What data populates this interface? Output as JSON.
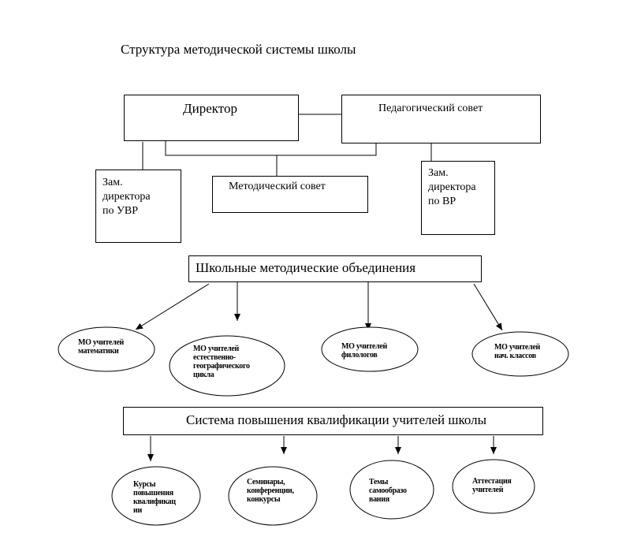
{
  "title": "Структура методической системы школы",
  "nodes": {
    "director": "Директор",
    "ped_council": "Педагогический совет",
    "deputy_uvr": [
      "Зам.",
      "директора",
      "по УВР"
    ],
    "method_council": "Методический совет",
    "deputy_vr": [
      "Зам.",
      "директора",
      "по ВР"
    ],
    "school_mo": "Школьные методические объединения",
    "qualification_system": "Система повышения квалификации учителей школы"
  },
  "mo_groups": [
    [
      "МО учителей",
      "математики"
    ],
    [
      "МО учителей",
      "естественно-",
      "географического",
      "цикла"
    ],
    [
      "МО учителей",
      "филологов"
    ],
    [
      "МО учителей",
      "нач. классов"
    ]
  ],
  "qualification_forms": [
    [
      "Курсы",
      "повышения",
      "квалификац",
      "ии"
    ],
    [
      "Семинары,",
      "конференции,",
      "конкурсы"
    ],
    [
      "Темы",
      "самообразо",
      "вания"
    ],
    [
      "Аттестация",
      "учителей"
    ]
  ]
}
